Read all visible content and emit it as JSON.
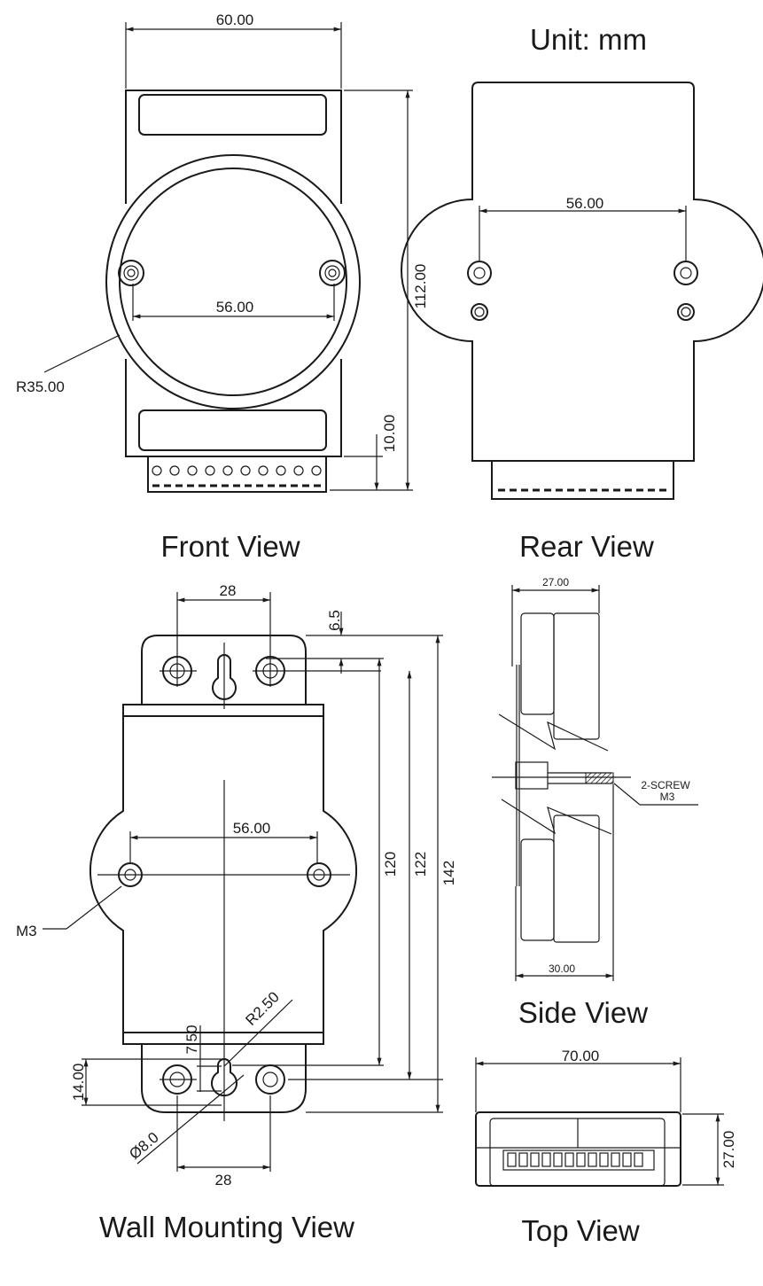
{
  "unit_label": "Unit: mm",
  "views": {
    "front": "Front View",
    "rear": "Rear View",
    "wall": "Wall Mounting View",
    "side": "Side View",
    "top": "Top View"
  },
  "front_dims": {
    "width": "60.00",
    "hole_spacing": "56.00",
    "height": "112.00",
    "terminal": "10.00",
    "radius": "R35.00"
  },
  "rear_dims": {
    "hole_spacing": "56.00"
  },
  "wall_dims": {
    "top_spacing": "28",
    "top_offset": "6.5",
    "hole_spacing": "56.00",
    "h120": "120",
    "h122": "122",
    "h142": "142",
    "screw": "M3",
    "flange": "14.00",
    "slot": "7.50",
    "slot_radius": "R2.50",
    "diameter": "Ø8.0",
    "bottom_spacing": "28"
  },
  "side_dims": {
    "top": "27.00",
    "bottom": "30.00",
    "screw_line1": "2-SCREW",
    "screw_line2": "M3"
  },
  "top_dims": {
    "width": "70.00",
    "depth": "27.00"
  }
}
